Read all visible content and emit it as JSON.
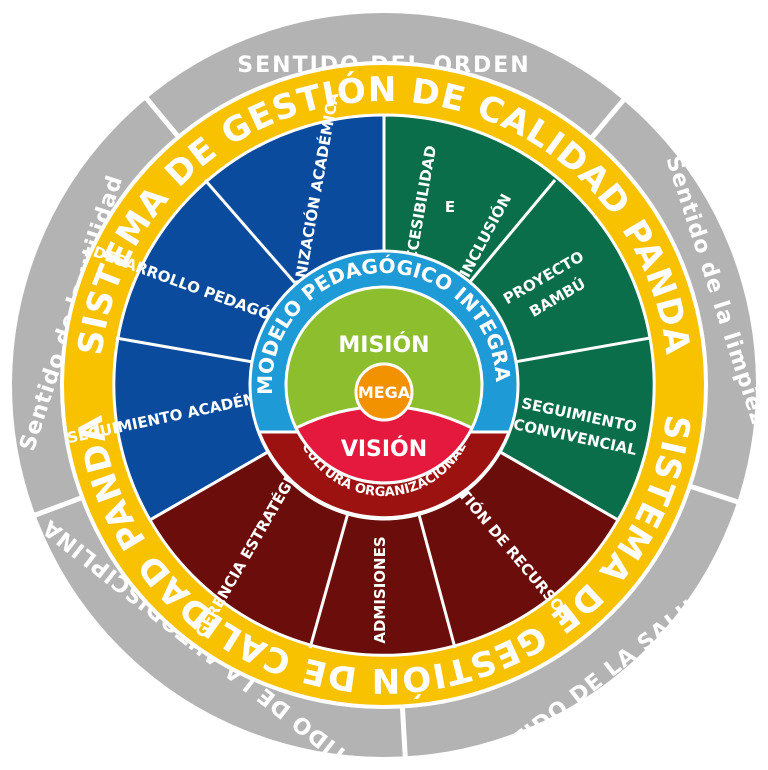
{
  "outer_ring": {
    "labels": [
      "SENTIDO DEL ORDEN",
      "Sentido de la limpieza",
      "SENTIDO DE LA SALUD",
      "SENTIDO DE LA AUTODISCIPLINA",
      "Sentido de la utilidad"
    ]
  },
  "quality_ring": {
    "top": "SISTEMA DE GESTIÓN DE CALIDAD PANDA",
    "bottom": "SISTEMA DE GESTIÓN DE CALIDAD PANDA"
  },
  "segments": {
    "blue": [
      "ORGANIZACIÓN ACADÉMICA",
      "DESARROLLO PEDAGÓGICO",
      "SEGUIMIENTO ACADÉMICO"
    ],
    "green_accesibilidad": [
      "ACCESIBILIDAD",
      "E",
      "INCLUSIÓN"
    ],
    "green_proyecto": [
      "PROYECTO",
      "BAMBÚ"
    ],
    "green_seguimiento": [
      "SEGUIMIENTO",
      "CONVIVENCIAL"
    ],
    "red": [
      "GESTIÓN DE RECURSOS",
      "ADMISIONES",
      "GERENCIA ESTRATÉGICA"
    ]
  },
  "inner_rings": {
    "modelo": "MODELO PEDAGÓGICO INTEGRAL",
    "cultura": "CULTURA ORGANIZACIONAL"
  },
  "center": {
    "mision": "MISIÓN",
    "vision": "VISIÓN",
    "mega": "MEGA"
  },
  "colors": {
    "outer_gray": "#b3b3b3",
    "quality_yellow": "#f9c200",
    "academic_blue": "#0a4b9e",
    "community_green": "#0a6e4a",
    "admin_red": "#6b0d0a",
    "model_blue": "#1e9ad6",
    "culture_red": "#9c1210",
    "mision_green": "#8cbe2e",
    "vision_red": "#e5193e",
    "mega_orange": "#f39200"
  }
}
